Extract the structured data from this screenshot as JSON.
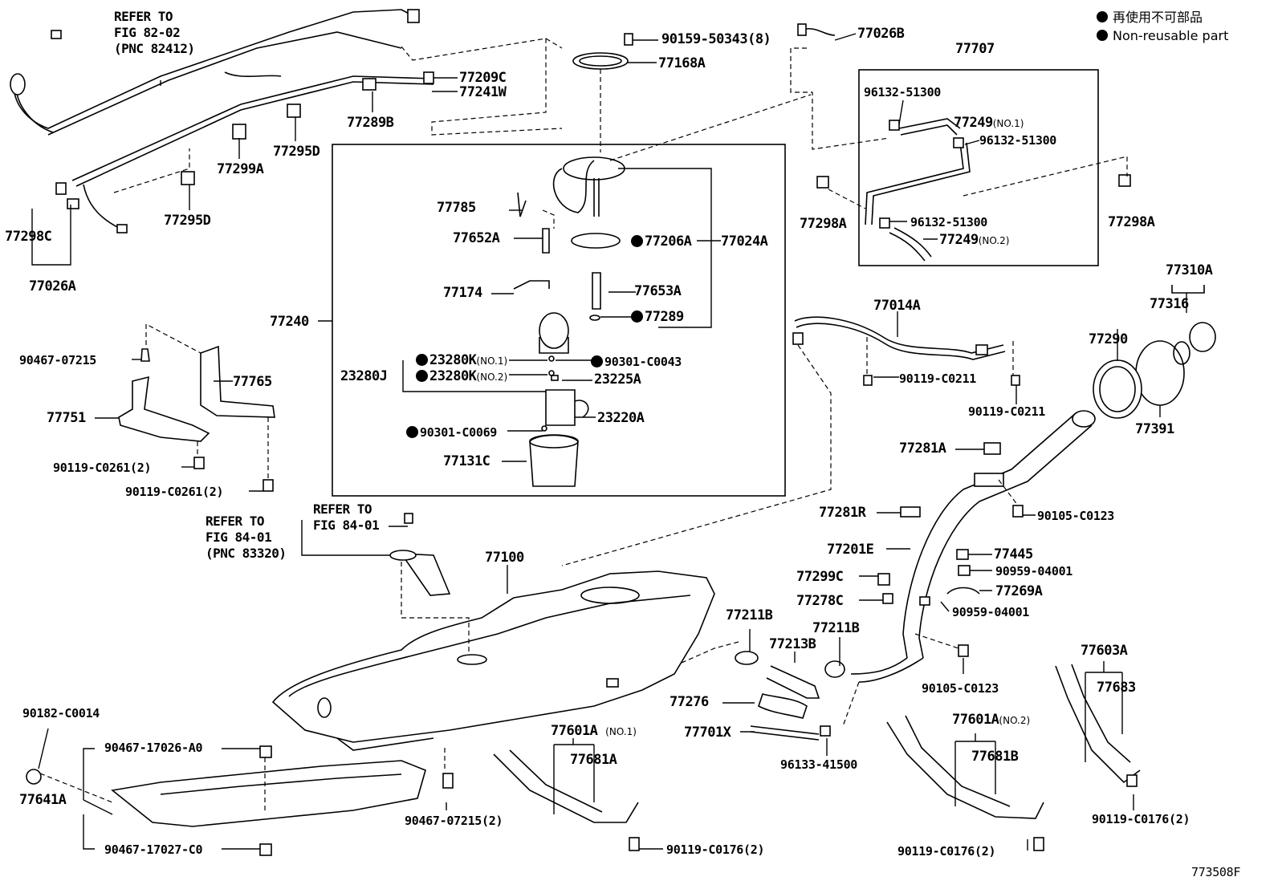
{
  "legend": {
    "ja": "再使用不可部品",
    "en": "Non-reusable part"
  },
  "refs": {
    "fig82": [
      "REFER TO",
      "FIG 82-02",
      "(PNC 82412)"
    ],
    "fig84a": [
      "REFER TO",
      "FIG 84-01",
      "(PNC 83320)"
    ],
    "fig84b": [
      "REFER TO",
      "FIG 84-01"
    ]
  },
  "labels": {
    "p90159": "90159-50343(8)",
    "p77026B": "77026B",
    "p77168A": "77168A",
    "p77209C": "77209C",
    "p77241W": "77241W",
    "p77289B": "77289B",
    "p77295D_top": "77295D",
    "p77299A": "77299A",
    "p77295D_bot": "77295D",
    "p77298C": "77298C",
    "p77026A": "77026A",
    "p77707": "77707",
    "p96132_1": "96132-51300",
    "p77249_1": "77249",
    "p77249_1_note": "(NO.1)",
    "p96132_2": "96132-51300",
    "p96132_3": "96132-51300",
    "p77249_2": "77249",
    "p77249_2_note": "(NO.2)",
    "p77298A_left": "77298A",
    "p77298A_right": "77298A",
    "p77785": "77785",
    "p77652A": "77652A",
    "p77206A": "77206A",
    "p77024A": "77024A",
    "p77174": "77174",
    "p77653A": "77653A",
    "p77289": "77289",
    "p77240": "77240",
    "p23280K1": "23280K",
    "p23280K1_note": "(NO.1)",
    "p90301_0043": "90301-C0043",
    "p23280J": "23280J",
    "p23280K2": "23280K",
    "p23280K2_note": "(NO.2)",
    "p23225A": "23225A",
    "p23220A": "23220A",
    "p90301_0069": "90301-C0069",
    "p77131C": "77131C",
    "p77014A": "77014A",
    "p90119_0211a": "90119-C0211",
    "p90119_0211b": "90119-C0211",
    "p77310A": "77310A",
    "p77316": "77316",
    "p77290": "77290",
    "p77391": "77391",
    "p90467_07215": "90467-07215",
    "p77765": "77765",
    "p77751": "77751",
    "p90119_0261a": "90119-C0261(2)",
    "p90119_0261b": "90119-C0261(2)",
    "p77281A": "77281A",
    "p77281R": "77281R",
    "p90105_0123a": "90105-C0123",
    "p77201E": "77201E",
    "p77445": "77445",
    "p90959_1": "90959-04001",
    "p77299C": "77299C",
    "p77278C": "77278C",
    "p77269A": "77269A",
    "p90959_2": "90959-04001",
    "p77100": "77100",
    "p77211B_a": "77211B",
    "p77211B_b": "77211B",
    "p77213B": "77213B",
    "p90105_0123b": "90105-C0123",
    "p77276": "77276",
    "p77701X": "77701X",
    "p96133": "96133-41500",
    "p77603A": "77603A",
    "p77683": "77683",
    "p90182": "90182-C0014",
    "p90467_17026": "90467-17026-A0",
    "p77641A": "77641A",
    "p90467_07215_2": "90467-07215(2)",
    "p90467_17027": "90467-17027-C0",
    "p77601A1": "77601A",
    "p77601A1_note": "(NO.1)",
    "p77681A": "77681A",
    "p90119_0176a": "90119-C0176(2)",
    "p77601A2": "77601A",
    "p77601A2_note": "(NO.2)",
    "p77681B": "77681B",
    "p90119_0176b": "90119-C0176(2)",
    "p90119_0176c": "90119-C0176(2)",
    "fig_id": "773508F"
  }
}
